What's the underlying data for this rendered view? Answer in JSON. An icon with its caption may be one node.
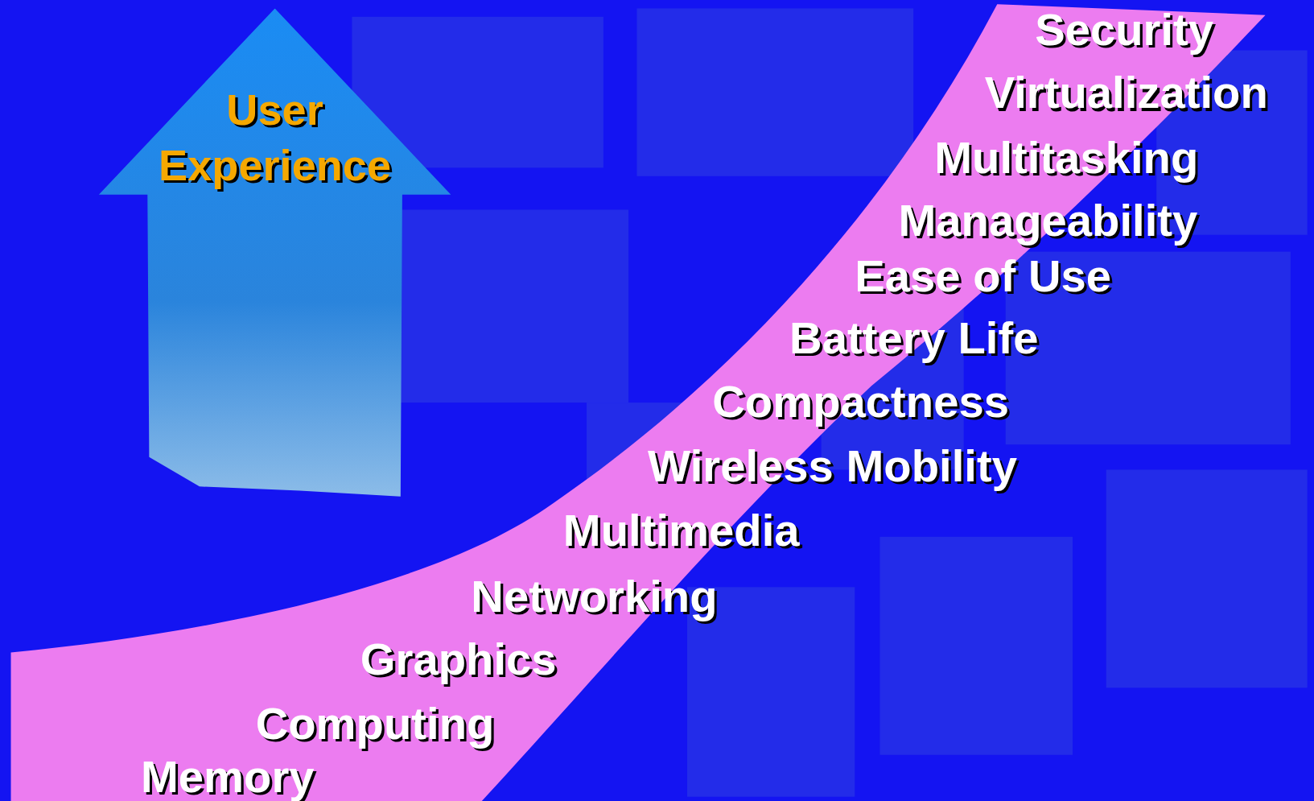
{
  "diagram": {
    "nodes": [
      {
        "text": [
          "User Experience"
        ]
      }
    ],
    "labels": [
      "Security",
      "Virtualization",
      "Multitasking",
      "Manageability",
      "Ease of Use",
      "Battery Life",
      "Compactness",
      "Wireless Mobility",
      "Multimedia",
      "Networking",
      "Graphics",
      "Computing",
      "Memory"
    ]
  }
}
